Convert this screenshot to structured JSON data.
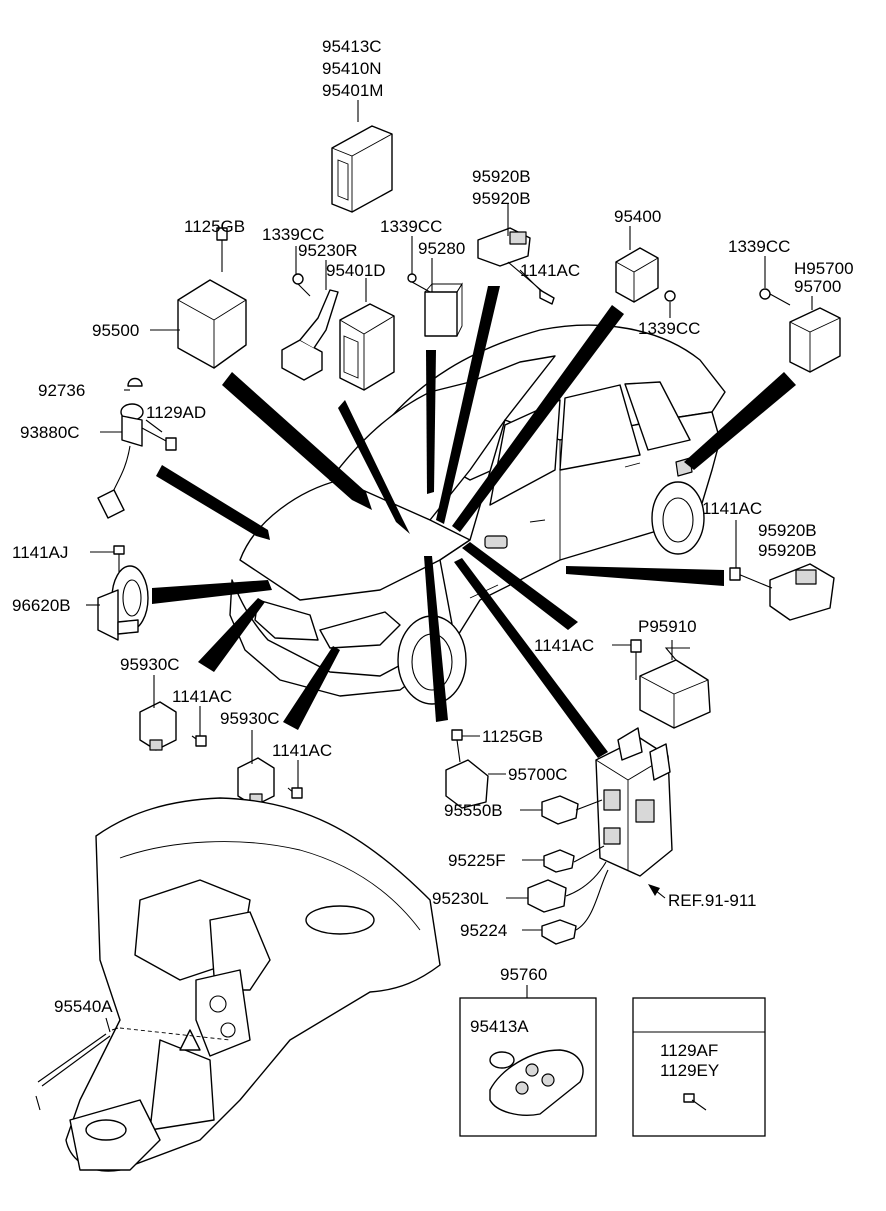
{
  "labels": {
    "ecu_1": "95413C",
    "ecu_2": "95410N",
    "ecu_3": "95401M",
    "bolt_1125gb_top": "1125GB",
    "nut_1339cc_a": "1339CC",
    "relay_95230r": "95230R",
    "module_95401d": "95401D",
    "nut_1339cc_b": "1339CC",
    "relay_95280": "95280",
    "sensor_95920b_a1": "95920B",
    "sensor_95920b_a2": "95920B",
    "bolt_1141ac_a": "1141AC",
    "unit_95400": "95400",
    "nut_1339cc_c": "1339CC",
    "nut_1339cc_d": "1339CC",
    "module_h95700": "H95700",
    "module_95700": "95700",
    "unit_95500": "95500",
    "cap_92736": "92736",
    "coil_93880c": "93880C",
    "bolt_1129ad": "1129AD",
    "bolt_1141aj": "1141AJ",
    "horn_96620b": "96620B",
    "bolt_1141ac_b": "1141AC",
    "sensor_95920b_b1": "95920B",
    "sensor_95920b_b2": "95920B",
    "bolt_1141ac_c": "1141AC",
    "airbag_p95910": "P95910",
    "sensor_95930c_a": "95930C",
    "bolt_1141ac_d": "1141AC",
    "sensor_95930c_b": "95930C",
    "bolt_1141ac_e": "1141AC",
    "bolt_1125gb_bottom": "1125GB",
    "unit_95700c": "95700C",
    "relay_95550b": "95550B",
    "relay_95225f": "95225F",
    "relay_95230l": "95230L",
    "relay_95224": "95224",
    "ref": "REF.91-911",
    "wire_95540a": "95540A",
    "key_set_95760": "95760",
    "battery_95413a": "95413A",
    "bolt_1129af": "1129AF",
    "bolt_1129ey": "1129EY"
  }
}
